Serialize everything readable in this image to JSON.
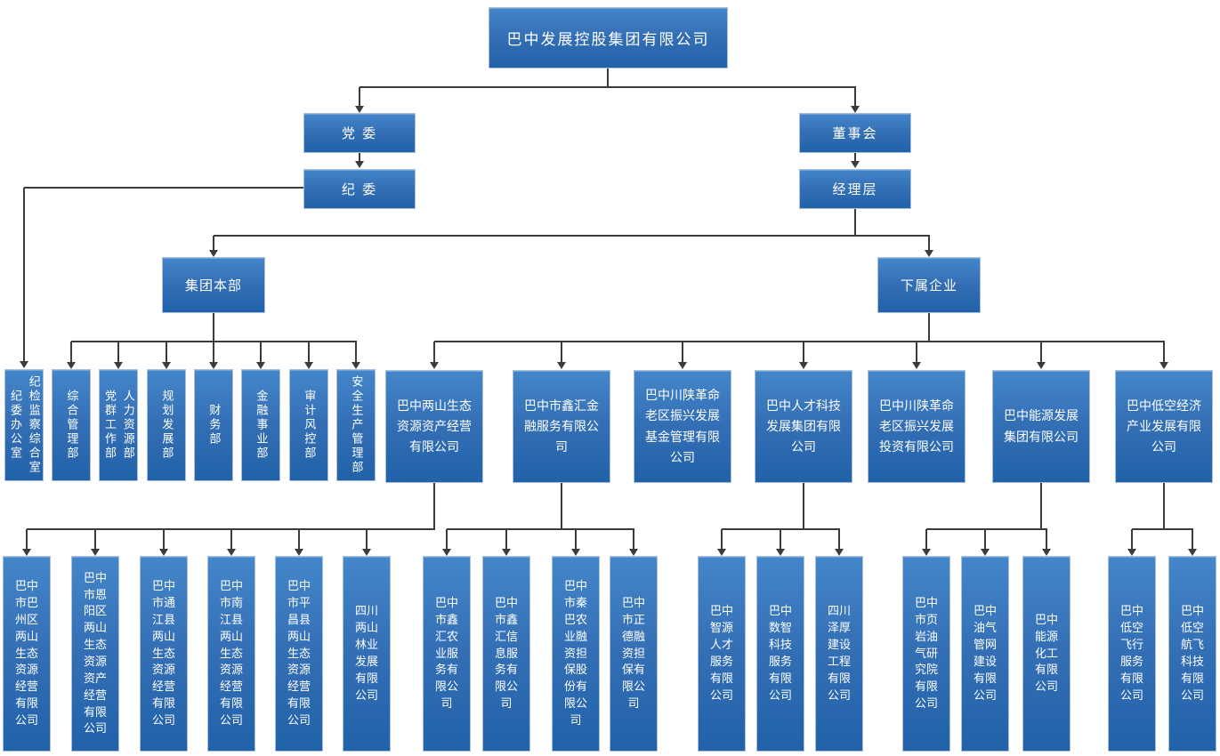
{
  "org_chart": {
    "root": {
      "label": "巴中发展控股集团有限公司"
    },
    "governance": {
      "party_committee": "党 委",
      "discipline_committee": "纪 委",
      "board": "董事会",
      "management": "经理层"
    },
    "hq": {
      "label": "集团本部"
    },
    "subsidiaries_group": {
      "label": "下属企业"
    },
    "discipline_office": {
      "line1": "纪检监察综合室",
      "line2": "纪委办公室"
    },
    "departments": [
      {
        "line1": "综合管理部"
      },
      {
        "line1": "人力资源部",
        "line2": "党群工作部"
      },
      {
        "line1": "规划发展部"
      },
      {
        "line1": "财务部"
      },
      {
        "line1": "金融事业部"
      },
      {
        "line1": "审计风控部"
      },
      {
        "line1": "安全生产管理部"
      }
    ],
    "subsidiaries": [
      "巴中两山生态资源资产经营有限公司",
      "巴中市鑫汇金融服务有限公司",
      "巴中川陕革命老区振兴发展基金管理有限公司",
      "巴中人才科技发展集团有限公司",
      "巴中川陕革命老区振兴发展投资有限公司",
      "巴中能源发展集团有限公司",
      "巴中低空经济产业发展有限公司"
    ],
    "children": [
      "巴中市巴州区两山生态资源经营有限公司",
      "巴中市恩阳区两山生态资源资产经营有限公司",
      "巴中市通江县两山生态资源经营有限公司",
      "巴中市南江县两山生态资源经营有限公司",
      "巴中市平昌县两山生态资源经营有限公司",
      "四川两山林业发展有限公司",
      "巴中市鑫汇农业服务有限公司",
      "巴中市鑫汇信息服务有限公司",
      "巴中市秦巴农业融资担保股份有限公司",
      "巴中市正德融资担保有限公司",
      "巴中智源人才服务有限公司",
      "巴中数智科技服务有限公司",
      "四川泽厚建设工程有限公司",
      "巴中市页岩油气研究院有限公司",
      "巴中油气管网建设有限公司",
      "巴中能源化工有限公司",
      "巴中低空飞行服务有限公司",
      "巴中低空航飞科技有限公司"
    ],
    "colors": {
      "node_gradient_top": "#4486ca",
      "node_gradient_bottom": "#2162a9",
      "node_border": "#a9c0dc",
      "connector": "#3b3b3b",
      "text": "#ffffff"
    }
  }
}
